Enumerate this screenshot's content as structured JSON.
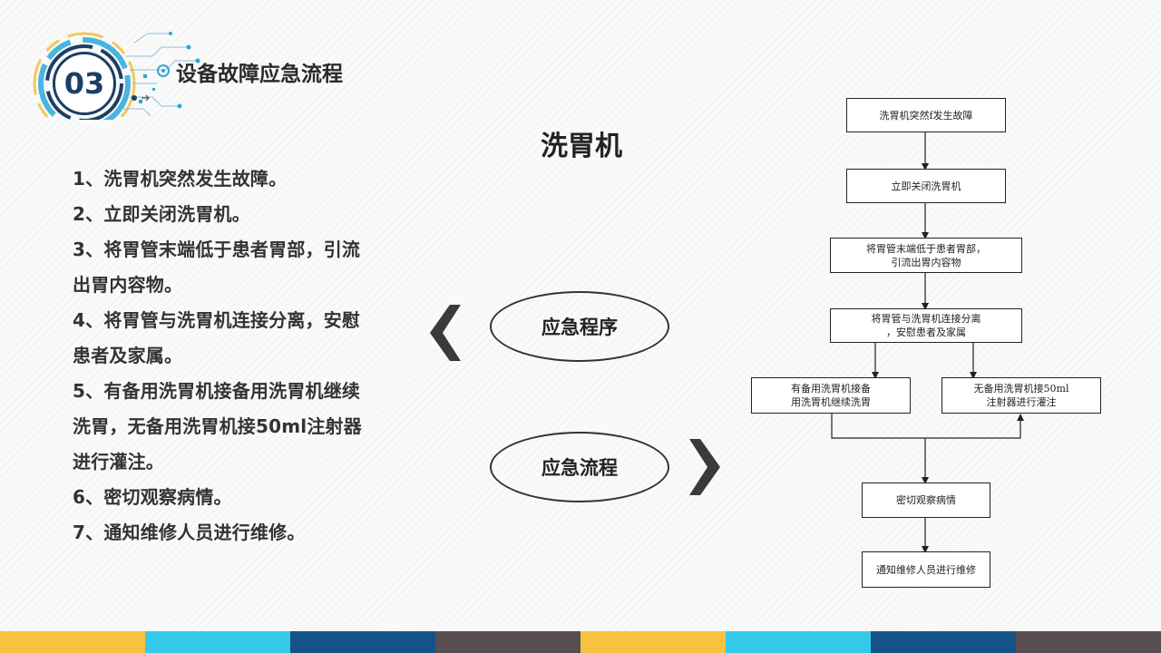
{
  "header": {
    "number": "03",
    "title": "设备故障应急流程"
  },
  "main_title": "洗胃机",
  "steps": [
    "1、洗胃机突然发生故障。",
    "2、立即关闭洗胃机。",
    "3、将胃管末端低于患者胃部，引流",
    "出胃内容物。",
    "4、将胃管与洗胃机连接分离，安慰",
    "患者及家属。",
    "5、有备用洗胃机接备用洗胃机继续",
    "洗胃，无备用洗胃机接50ml注射器",
    "进行灌注。",
    "6、密切观察病情。",
    "7、通知维修人员进行维修。"
  ],
  "ellipses": {
    "program": "应急程序",
    "process": "应急流程"
  },
  "flowchart": {
    "box1": "洗胃机突然f发生故障",
    "box2": "立即关闭洗胃机",
    "box3_line1": "将胃管末端低于患者胃部，",
    "box3_line2": "引流出胃内容物",
    "box4_line1": "将胃管与洗胃机连接分离",
    "box4_line2": "，安慰患者及家属",
    "box5_line1": "有备用洗胃机接备",
    "box5_line2": "用洗胃机继续洗胃",
    "box6_line1": "无备用洗胃机接50ml",
    "box6_line2": "注射器进行灌注",
    "box7": "密切观察病情",
    "box8": "通知维修人员进行维修"
  },
  "icons": {
    "left": "chevron-left-icon",
    "right": "chevron-right-icon"
  },
  "colors": {
    "navy": "#1a3f66",
    "yellow": "#f7c23e",
    "cyan": "#34c9e8",
    "blue": "#155287",
    "gray": "#574d50"
  }
}
